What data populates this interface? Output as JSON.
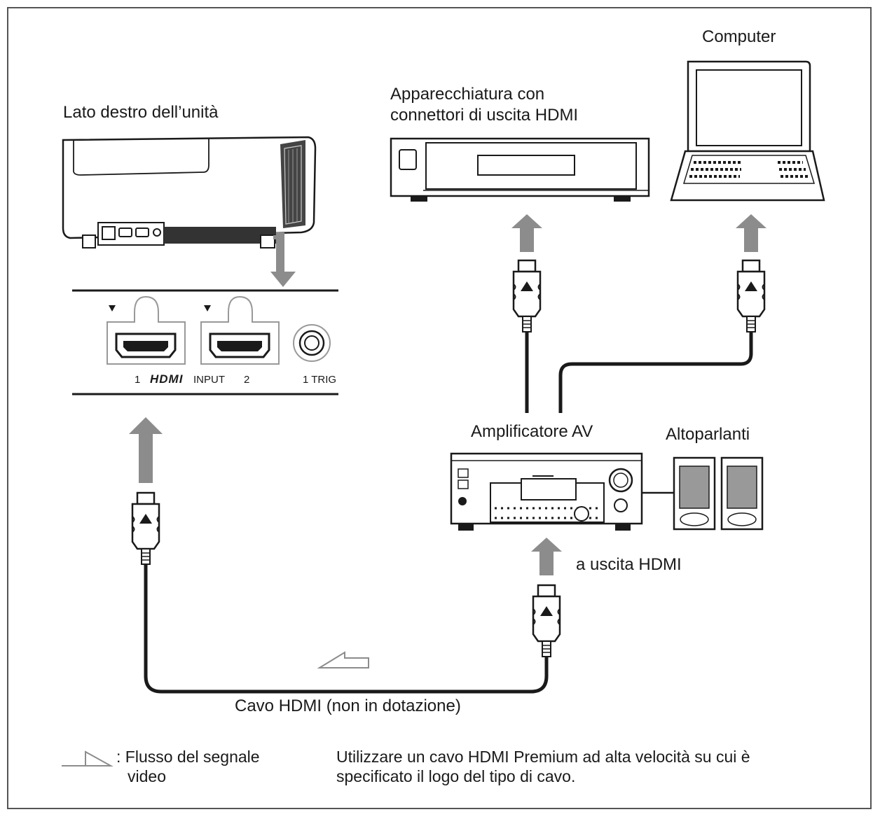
{
  "labels": {
    "projector_side": "Lato destro dell’unità",
    "hdmi_equipment_line1": "Apparecchiatura con",
    "hdmi_equipment_line2": "connettori di uscita HDMI",
    "computer": "Computer",
    "av_amplifier": "Amplificatore AV",
    "speakers": "Altoparlanti",
    "to_hdmi_output": "a uscita HDMI",
    "hdmi_cable": "Cavo HDMI (non in dotazione)"
  },
  "panel": {
    "input_1": "1",
    "hdmi_logo": "HDMI",
    "input_label": "INPUT",
    "input_2": "2",
    "trigger": "1 TRIG"
  },
  "legend": {
    "signal_flow_line1": ": Flusso del segnale",
    "signal_flow_line2": "video"
  },
  "note": {
    "line1": "Utilizzare un cavo HDMI Premium ad alta velocità su cui è",
    "line2": "specificato il logo del tipo di cavo."
  },
  "colors": {
    "line": "#1a1a1a",
    "arrow": "#8c8c8c",
    "frame": "#555555"
  }
}
